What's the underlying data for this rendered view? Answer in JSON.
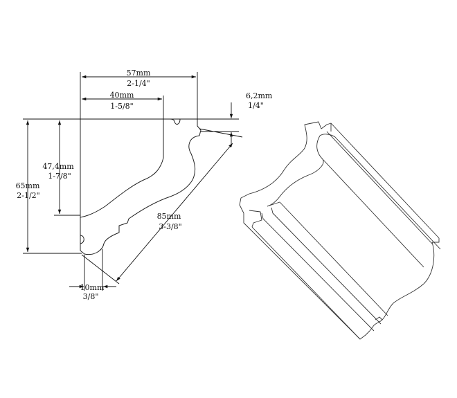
{
  "dimensions": {
    "width_57": {
      "metric": "57mm",
      "imperial": "2-1/4\""
    },
    "width_40": {
      "metric": "40mm",
      "imperial": "1-5/8\""
    },
    "lip_62": {
      "metric": "6,2mm",
      "imperial": "1/4\""
    },
    "height_474": {
      "metric": "47,4mm",
      "imperial": "1-7/8\""
    },
    "height_65": {
      "metric": "65mm",
      "imperial": "2-1/2\""
    },
    "face_85": {
      "metric": "85mm",
      "imperial": "3-3/8\""
    },
    "base_10": {
      "metric": "10mm",
      "imperial": "3/8\""
    }
  }
}
